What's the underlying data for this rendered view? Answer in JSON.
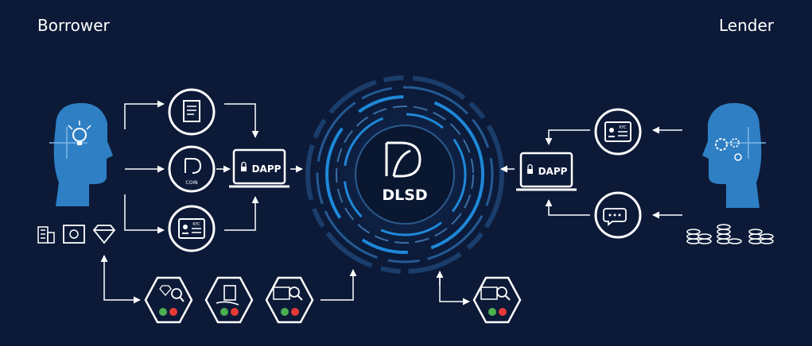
{
  "headings": {
    "borrower": "Borrower",
    "lender": "Lender"
  },
  "center": {
    "logo_text": "DLSD"
  },
  "dapp_label": "DAPP",
  "coin_label": "COIN",
  "kyc_label": "KYC",
  "colors": {
    "background": "#0c1a38",
    "white": "#ffffff",
    "head_blue": "#2f7fc4",
    "ring_blue": "#1e88d8",
    "approve": "#4caf50",
    "reject": "#e53935"
  }
}
